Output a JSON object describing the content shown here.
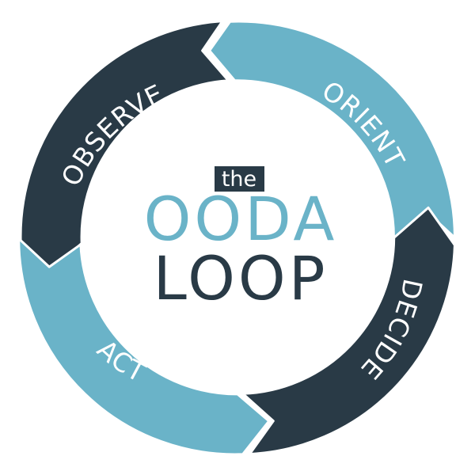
{
  "colors": {
    "dark": "#293a46",
    "light": "#6ab3c8",
    "background": "#ffffff"
  },
  "segments": [
    {
      "id": "observe",
      "label": "OBSERVE",
      "color": "#293a46"
    },
    {
      "id": "orient",
      "label": "ORIENT",
      "color": "#6ab3c8"
    },
    {
      "id": "decide",
      "label": "DECIDE",
      "color": "#293a46"
    },
    {
      "id": "act",
      "label": "ACT",
      "color": "#6ab3c8"
    }
  ],
  "center": {
    "small": "the",
    "line1": "OODA",
    "line2": "LOOP"
  }
}
